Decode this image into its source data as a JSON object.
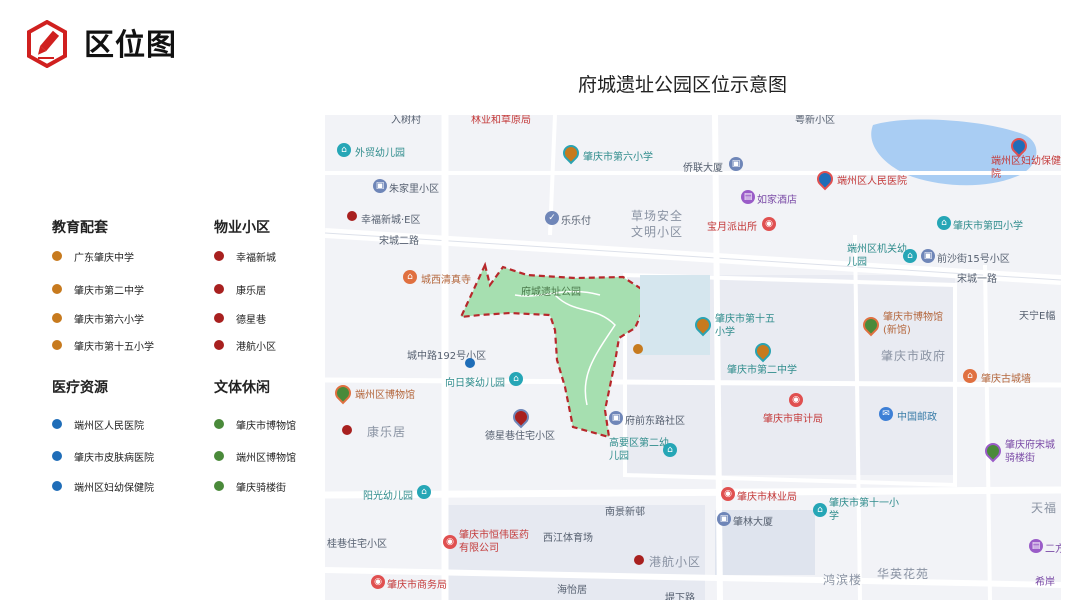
{
  "header": {
    "title": "区位图",
    "icon": "pencil-hexagon-icon",
    "color": "#d0201f"
  },
  "map_title": "府城遗址公园区位示意图",
  "legend": {
    "groups": [
      {
        "heading": "教育配套",
        "color": "#c77a1e",
        "items": [
          "广东肇庆中学",
          "肇庆市第二中学",
          "肇庆市第六小学",
          "肇庆市第十五小学"
        ]
      },
      {
        "heading": "物业小区",
        "color": "#a8201f",
        "items": [
          "幸福新城",
          "康乐居",
          "德星巷",
          "港航小区"
        ]
      },
      {
        "heading": "医疗资源",
        "color": "#1f6db8",
        "items": [
          "端州区人民医院",
          "肇庆市皮肤病医院",
          "端州区妇幼保健院"
        ]
      },
      {
        "heading": "文体休闲",
        "color": "#4a8a3a",
        "items": [
          "肇庆市博物馆",
          "端州区博物馆",
          "肇庆骑楼街"
        ]
      }
    ]
  },
  "map": {
    "park_label": "府城遗址公园",
    "area_labels": [
      "草场安全",
      "文明小区",
      "肇庆市政府",
      "西江体育场",
      "康乐居",
      "港航小区",
      "华英花苑",
      "鸿滨楼",
      "幸福新城·E区"
    ],
    "road_labels": [
      "宋城二路",
      "宋城一路",
      "城中路192号小区",
      "南景新邨",
      "海怡居",
      "堤下路",
      "天宁E幅",
      "天福",
      "桂巷住宅小区",
      "入树村",
      "林业和草原局",
      "粤新小区"
    ],
    "pois": [
      {
        "label": "外贸幼儿园",
        "style": "teal"
      },
      {
        "label": "肇庆市第六小学",
        "style": "teal"
      },
      {
        "label": "侨联大厦",
        "style": "poi"
      },
      {
        "label": "朱家里小区",
        "style": "poi"
      },
      {
        "label": "乐乐付",
        "style": "poi"
      },
      {
        "label": "如家酒店",
        "style": "purple"
      },
      {
        "label": "宝月派出所",
        "style": "red"
      },
      {
        "label": "端州区人民医院",
        "style": "red"
      },
      {
        "label": "端州区妇幼保健院",
        "style": "red"
      },
      {
        "label": "肇庆市第四小学",
        "style": "teal"
      },
      {
        "label": "端州区机关幼儿园",
        "style": "teal"
      },
      {
        "label": "前沙街15号小区",
        "style": "poi"
      },
      {
        "label": "城西清真寺",
        "style": "orange"
      },
      {
        "label": "肇庆市第十五小学",
        "style": "teal"
      },
      {
        "label": "肇庆市博物馆(新馆)",
        "style": "orange"
      },
      {
        "label": "向日葵幼儿园",
        "style": "teal"
      },
      {
        "label": "肇庆市第二中学",
        "style": "teal"
      },
      {
        "label": "端州区博物馆",
        "style": "orange"
      },
      {
        "label": "肇庆古城墙",
        "style": "orange"
      },
      {
        "label": "肇庆市审计局",
        "style": "red"
      },
      {
        "label": "中国邮政",
        "style": "poi"
      },
      {
        "label": "德星巷住宅小区",
        "style": "poi"
      },
      {
        "label": "府前东路社区",
        "style": "poi"
      },
      {
        "label": "高要区第二幼儿园",
        "style": "teal"
      },
      {
        "label": "肇庆府宋城骑楼街",
        "style": "purple"
      },
      {
        "label": "阳光幼儿园",
        "style": "teal"
      },
      {
        "label": "肇庆市林业局",
        "style": "red"
      },
      {
        "label": "肇庆市第十一小学",
        "style": "teal"
      },
      {
        "label": "肇林大厦",
        "style": "poi"
      },
      {
        "label": "肇庆市恒伟医药有限公司",
        "style": "red"
      },
      {
        "label": "肇庆市商务局",
        "style": "red"
      },
      {
        "label": "二方",
        "style": "purple"
      },
      {
        "label": "希岸",
        "style": "purple"
      }
    ]
  }
}
